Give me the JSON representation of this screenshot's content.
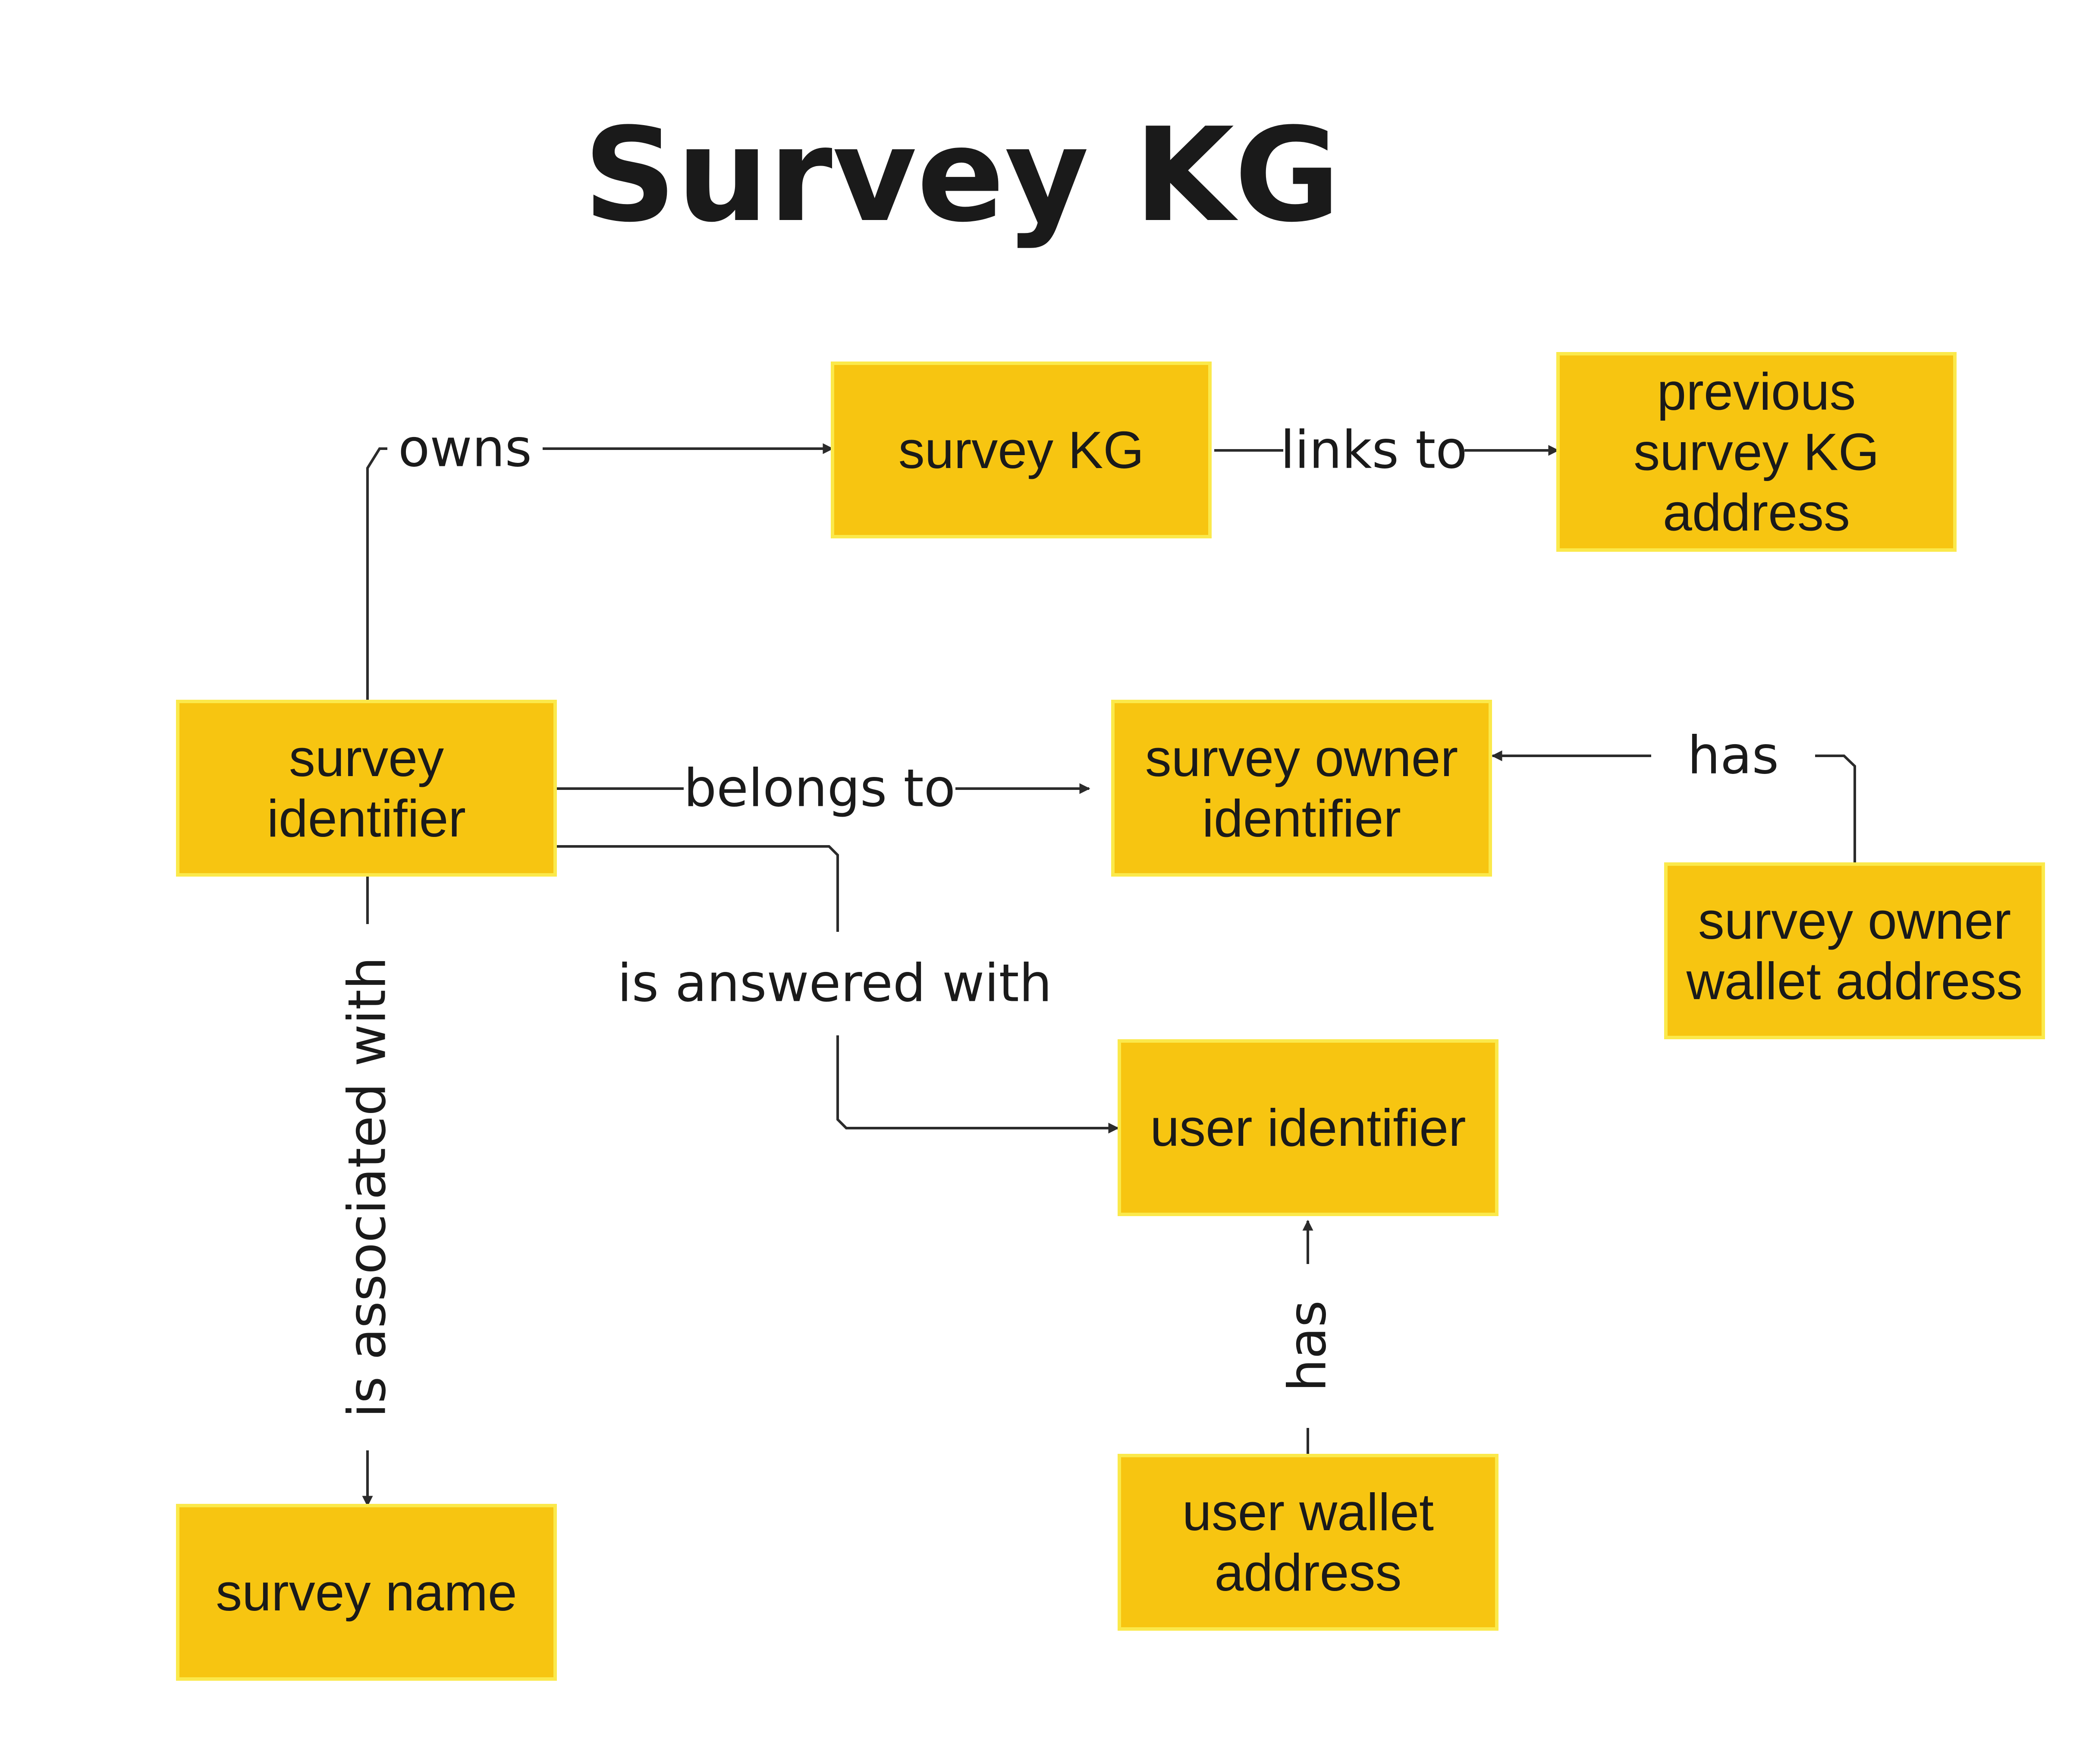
{
  "title": "Survey KG",
  "colors": {
    "node_fill": "#F7C511",
    "node_border": "#FBE94B",
    "edge": "#2B2B2B",
    "text": "#1A1A1A"
  },
  "nodes": [
    {
      "id": "survey-kg",
      "lines": [
        "survey KG"
      ]
    },
    {
      "id": "previous-survey-kg-address",
      "lines": [
        "previous",
        "survey KG",
        "address"
      ]
    },
    {
      "id": "survey-identifier",
      "lines": [
        "survey",
        "identifier"
      ]
    },
    {
      "id": "survey-owner-identifier",
      "lines": [
        "survey owner",
        "identifier"
      ]
    },
    {
      "id": "survey-owner-wallet-address",
      "lines": [
        "survey owner",
        "wallet address"
      ]
    },
    {
      "id": "user-identifier",
      "lines": [
        "user identifier"
      ]
    },
    {
      "id": "user-wallet-address",
      "lines": [
        "user wallet",
        "address"
      ]
    },
    {
      "id": "survey-name",
      "lines": [
        "survey name"
      ]
    }
  ],
  "edges": [
    {
      "id": "owns",
      "from": "survey-identifier",
      "to": "survey-kg",
      "label": "owns"
    },
    {
      "id": "links-to",
      "from": "survey-kg",
      "to": "previous-survey-kg-address",
      "label": "links to"
    },
    {
      "id": "belongs-to",
      "from": "survey-identifier",
      "to": "survey-owner-identifier",
      "label": "belongs to"
    },
    {
      "id": "owner-has",
      "from": "survey-owner-wallet-address",
      "to": "survey-owner-identifier",
      "label": "has"
    },
    {
      "id": "is-answered-with",
      "from": "survey-identifier",
      "to": "user-identifier",
      "label": "is answered with"
    },
    {
      "id": "user-has",
      "from": "user-wallet-address",
      "to": "user-identifier",
      "label": "has"
    },
    {
      "id": "is-associated-with",
      "from": "survey-identifier",
      "to": "survey-name",
      "label": "is associated with"
    }
  ]
}
